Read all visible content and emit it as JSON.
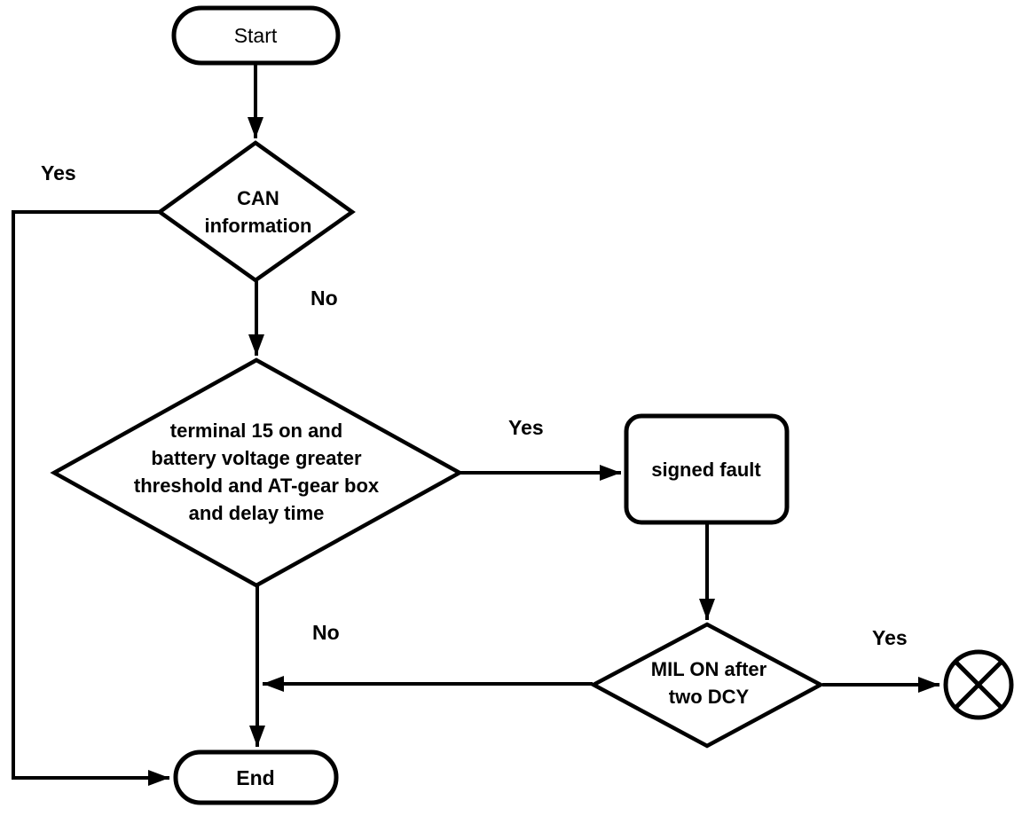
{
  "flowchart": {
    "background_color": "#ffffff",
    "line_color": "#000000",
    "nodes": {
      "start": {
        "shape": "terminator",
        "label": "Start"
      },
      "can_information": {
        "shape": "decision",
        "lines": [
          "CAN",
          "information"
        ]
      },
      "enable_conditions": {
        "shape": "decision",
        "lines": [
          "terminal 15 on and",
          "battery voltage greater",
          "threshold and AT-gear box",
          "and delay time"
        ]
      },
      "signed_fault": {
        "shape": "process",
        "label": "signed fault"
      },
      "mil_on_after_two_dcy": {
        "shape": "decision",
        "lines": [
          "MIL ON after",
          "two DCY"
        ]
      },
      "end": {
        "shape": "terminator",
        "label": "End"
      },
      "offpage_connector": {
        "shape": "circle-x-connector"
      }
    },
    "edge_labels": {
      "can_information_yes": "Yes",
      "can_information_no": "No",
      "enable_conditions_yes": "Yes",
      "enable_conditions_no": "No",
      "mil_on_yes": "Yes"
    }
  }
}
